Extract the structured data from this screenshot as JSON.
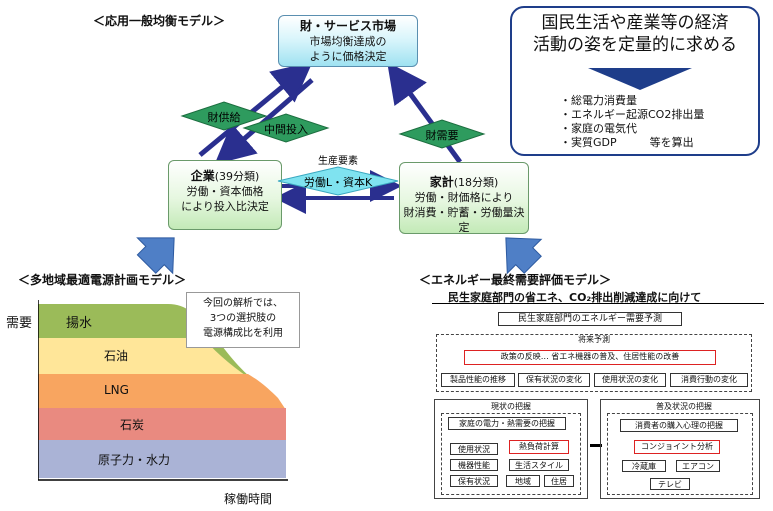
{
  "top": {
    "section_title": "＜応用一般均衡モデル＞",
    "market": {
      "title": "財・サービス市場",
      "line1": "市場均衡達成の",
      "line2": "ように価格決定"
    },
    "firm": {
      "title": "企業",
      "count": "(39分類)",
      "line1": "労働・資本価格",
      "line2": "により投入比決定"
    },
    "household": {
      "title": "家計",
      "count": "(18分類)",
      "line1": "労働・財価格により",
      "line2": "財消費・貯蓄・労働量決定"
    },
    "flows": {
      "supply": "財供給",
      "intermediate": "中間投入",
      "demand": "財需要",
      "factors_title": "生産要素",
      "factors": "労働L・資本K"
    }
  },
  "goal_box": {
    "line1": "国民生活や産業等の経済",
    "line2": "活動の姿を定量的に求める",
    "items": [
      "・総電力消費量",
      "・エネルギー起源CO2排出量",
      "・家庭の電気代",
      "・実質GDP　　　等を算出"
    ]
  },
  "supply_model": {
    "section_title": "＜多地域最適電源計画モデル＞",
    "y_label": "需要",
    "x_label": "稼働時間",
    "note": [
      "今回の解析では、",
      "3つの選択肢の",
      "電源構成比を利用"
    ],
    "layers": [
      "揚水",
      "石油",
      "LNG",
      "石炭",
      "原子力・水力"
    ],
    "colors": {
      "pumped": "#9bbb59",
      "oil": "#ffe699",
      "lng": "#f8a560",
      "coal": "#e98a80",
      "nuclear": "#aab3d6"
    }
  },
  "demand_model": {
    "section_title": "＜エネルギー最終需要評価モデル＞",
    "header": "民生家庭部門の省エネ、CO₂排出削減達成に向けて",
    "top_box": "民生家庭部門のエネルギー需要予測",
    "forecast": "将来予測",
    "policy": "政策の反映… 省エネ機器の普及、住居性能の改善",
    "factors": [
      "製品性能の推移",
      "保有状況の変化",
      "使用状況の変化",
      "消費行動の変化"
    ],
    "current": {
      "title": "現状の把握",
      "sub": "家庭の電力・熱需要の把握",
      "calc": "熱負荷計算",
      "items": [
        "使用状況",
        "機器性能",
        "保有状況",
        "生活スタイル",
        "地域",
        "住居"
      ]
    },
    "diffusion": {
      "title": "普及状況の把握",
      "sub": "消費者の購入心理の把握",
      "analysis": "コンジョイント分析",
      "items": [
        "冷蔵庫",
        "エアコン",
        "テレビ"
      ]
    }
  }
}
